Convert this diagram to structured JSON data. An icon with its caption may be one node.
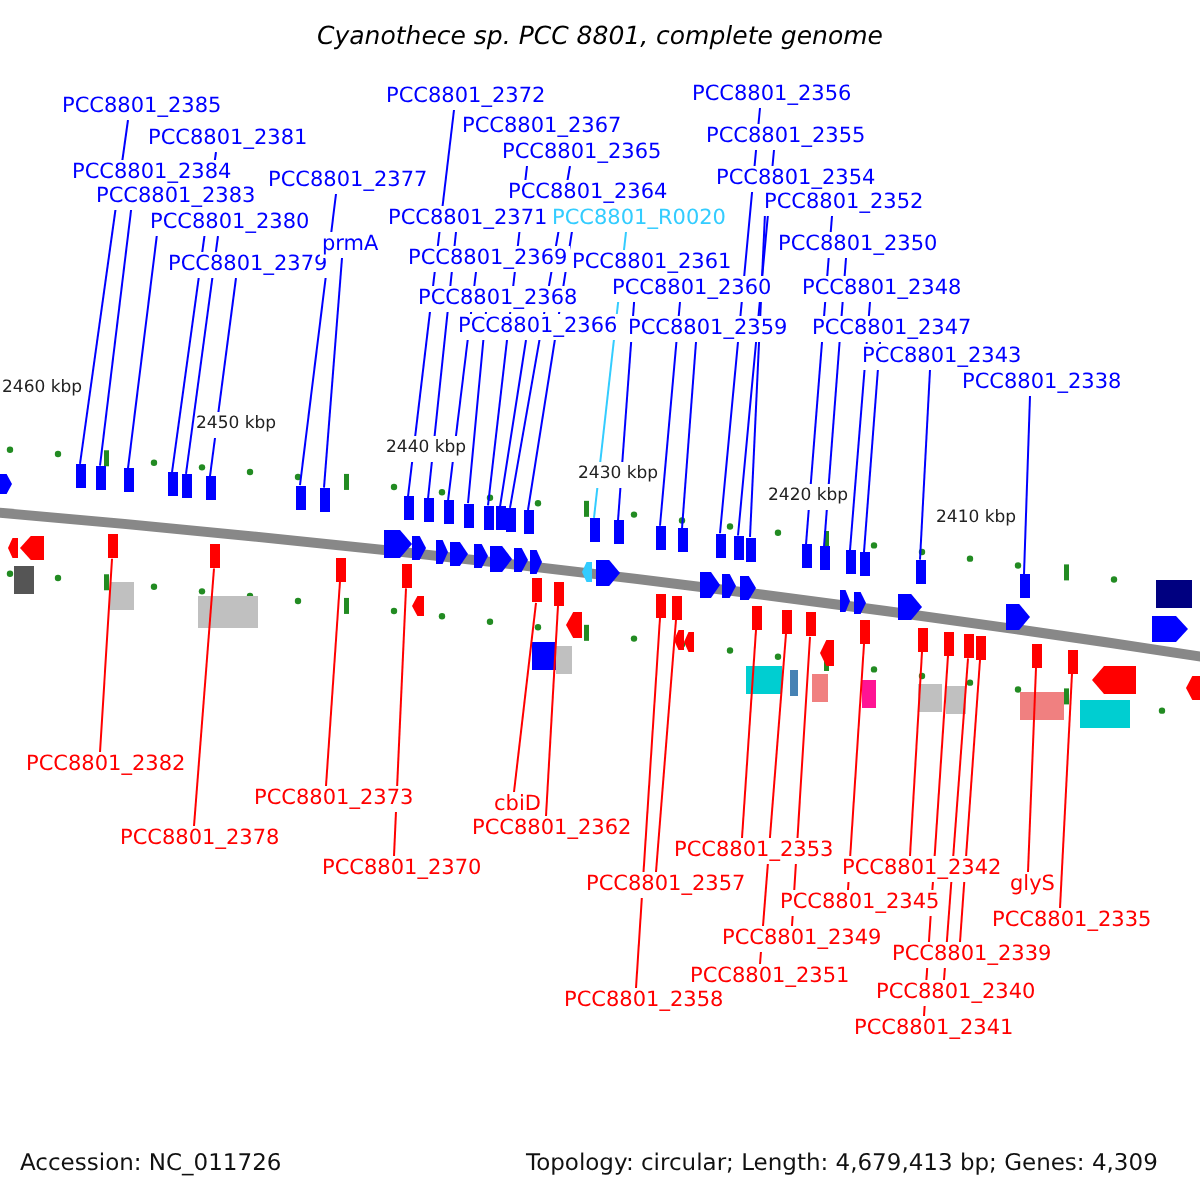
{
  "diagram": {
    "title": "Cyanothece sp. PCC 8801, complete genome",
    "nodes": [
      {
        "text": [
          "PCC8801_2385"
        ]
      },
      {
        "text": [
          "PCC8801_2381"
        ]
      },
      {
        "text": [
          "PCC8801_2384"
        ]
      },
      {
        "text": [
          "PCC8801_2383"
        ]
      },
      {
        "text": [
          "PCC8801_2380"
        ]
      },
      {
        "text": [
          "PCC8801_2379"
        ]
      },
      {
        "text": [
          "PCC8801_2377"
        ]
      },
      {
        "text": [
          "prmA"
        ]
      },
      {
        "text": [
          "PCC8801_2372"
        ]
      },
      {
        "text": [
          "PCC8801_2367"
        ]
      },
      {
        "text": [
          "PCC8801_2365"
        ]
      },
      {
        "text": [
          "PCC8801_2371"
        ]
      },
      {
        "text": [
          "PCC8801_2369"
        ]
      },
      {
        "text": [
          "PCC8801_2364"
        ]
      },
      {
        "text": [
          "PCC8801_R0020"
        ]
      },
      {
        "text": [
          "PCC8801_2368"
        ]
      },
      {
        "text": [
          "PCC8801_2366"
        ]
      },
      {
        "text": [
          "PCC8801_2361"
        ]
      },
      {
        "text": [
          "PCC8801_2360"
        ]
      },
      {
        "text": [
          "PCC8801_2359"
        ]
      },
      {
        "text": [
          "PCC8801_2356"
        ]
      },
      {
        "text": [
          "PCC8801_2355"
        ]
      },
      {
        "text": [
          "PCC8801_2354"
        ]
      },
      {
        "text": [
          "PCC8801_2352"
        ]
      },
      {
        "text": [
          "PCC8801_2350"
        ]
      },
      {
        "text": [
          "PCC8801_2348"
        ]
      },
      {
        "text": [
          "PCC8801_2347"
        ]
      },
      {
        "text": [
          "PCC8801_2343"
        ]
      },
      {
        "text": [
          "PCC8801_2338"
        ]
      },
      {
        "text": [
          "PCC8801_2382"
        ]
      },
      {
        "text": [
          "PCC8801_2378"
        ]
      },
      {
        "text": [
          "PCC8801_2373"
        ]
      },
      {
        "text": [
          "PCC8801_2370"
        ]
      },
      {
        "text": [
          "cbiD"
        ]
      },
      {
        "text": [
          "PCC8801_2362"
        ]
      },
      {
        "text": [
          "PCC8801_2357"
        ]
      },
      {
        "text": [
          "PCC8801_2358"
        ]
      },
      {
        "text": [
          "PCC8801_2353"
        ]
      },
      {
        "text": [
          "PCC8801_2349"
        ]
      },
      {
        "text": [
          "PCC8801_2351"
        ]
      },
      {
        "text": [
          "PCC8801_2345"
        ]
      },
      {
        "text": [
          "PCC8801_2342"
        ]
      },
      {
        "text": [
          "PCC8801_2339"
        ]
      },
      {
        "text": [
          "PCC8801_2340"
        ]
      },
      {
        "text": [
          "PCC8801_2341"
        ]
      },
      {
        "text": [
          "glyS"
        ]
      },
      {
        "text": [
          "PCC8801_2335"
        ]
      },
      {
        "text": [],
        "shape": "box"
      },
      {
        "text": [],
        "shape": "box"
      },
      {
        "text": [],
        "shape": "box"
      },
      {
        "text": [],
        "shape": "box"
      },
      {
        "text": [],
        "shape": "box"
      },
      {
        "text": [],
        "shape": "box"
      },
      {
        "text": [],
        "shape": "box"
      },
      {
        "text": [],
        "shape": "box"
      },
      {
        "text": [],
        "shape": "box"
      },
      {
        "text": [],
        "shape": "box"
      },
      {
        "text": [],
        "shape": "box"
      },
      {
        "text": [],
        "shape": "box"
      },
      {
        "text": [],
        "shape": "box"
      },
      {
        "text": [],
        "shape": "box"
      },
      {
        "text": [],
        "shape": "box"
      },
      {
        "text": [],
        "shape": "box"
      },
      {
        "text": [],
        "shape": "box"
      },
      {
        "text": [],
        "shape": "box"
      },
      {
        "text": [],
        "shape": "box"
      },
      {
        "text": [],
        "shape": "box"
      },
      {
        "text": [],
        "shape": "box"
      },
      {
        "text": [],
        "shape": "box"
      },
      {
        "text": [],
        "shape": "box"
      },
      {
        "text": [],
        "shape": "box"
      },
      {
        "text": [],
        "shape": "box"
      },
      {
        "text": [],
        "shape": "box"
      },
      {
        "text": [],
        "shape": "box"
      },
      {
        "text": [],
        "shape": "box"
      },
      {
        "text": [],
        "shape": "box"
      },
      {
        "text": [],
        "shape": "box"
      },
      {
        "text": [],
        "shape": "box"
      },
      {
        "text": [],
        "shape": "box"
      },
      {
        "text": [],
        "shape": "box"
      },
      {
        "text": [],
        "shape": "box"
      },
      {
        "text": [],
        "shape": "box"
      },
      {
        "text": [],
        "shape": "box"
      },
      {
        "text": [],
        "shape": "box"
      },
      {
        "text": [],
        "shape": "box"
      },
      {
        "text": [],
        "shape": "box"
      },
      {
        "text": [],
        "shape": "box"
      },
      {
        "text": [],
        "shape": "box"
      },
      {
        "text": [],
        "shape": "box"
      },
      {
        "text": [],
        "shape": "box"
      },
      {
        "text": [],
        "shape": "box"
      },
      {
        "text": [],
        "shape": "box"
      },
      {
        "text": [],
        "shape": "box"
      },
      {
        "text": [],
        "shape": "box"
      }
    ],
    "edges": [
      {
        "from": 0,
        "to": 47,
        "arrow": "none"
      },
      {
        "from": 1,
        "to": 51,
        "arrow": "none"
      },
      {
        "from": 2,
        "to": 48,
        "arrow": "none"
      },
      {
        "from": 3,
        "to": 50,
        "arrow": "none"
      },
      {
        "from": 4,
        "to": 52,
        "arrow": "none"
      },
      {
        "from": 5,
        "to": 53,
        "arrow": "none"
      },
      {
        "from": 6,
        "to": 55,
        "arrow": "none"
      },
      {
        "from": 7,
        "to": 56,
        "arrow": "none"
      },
      {
        "from": 8,
        "to": 59,
        "arrow": "none"
      },
      {
        "from": 9,
        "to": 63,
        "arrow": "none"
      },
      {
        "from": 10,
        "to": 65,
        "arrow": "none"
      },
      {
        "from": 11,
        "to": 60,
        "arrow": "none"
      },
      {
        "from": 12,
        "to": 61,
        "arrow": "none"
      },
      {
        "from": 13,
        "to": 66,
        "arrow": "none"
      },
      {
        "from": 14,
        "to": 69,
        "arrow": "none",
        "color": "#33ccff"
      },
      {
        "from": 15,
        "to": 62,
        "arrow": "none"
      },
      {
        "from": 16,
        "to": 64,
        "arrow": "none"
      },
      {
        "from": 17,
        "to": 70,
        "arrow": "none"
      },
      {
        "from": 18,
        "to": 71,
        "arrow": "none"
      },
      {
        "from": 19,
        "to": 74,
        "arrow": "none"
      },
      {
        "from": 20,
        "to": 75,
        "arrow": "none"
      },
      {
        "from": 21,
        "to": 76,
        "arrow": "none"
      },
      {
        "from": 22,
        "to": 77,
        "arrow": "none"
      },
      {
        "from": 23,
        "to": 80,
        "arrow": "none"
      },
      {
        "from": 24,
        "to": 82,
        "arrow": "none"
      },
      {
        "from": 25,
        "to": 83,
        "arrow": "none"
      },
      {
        "from": 26,
        "to": 84,
        "arrow": "none"
      },
      {
        "from": 27,
        "to": 86,
        "arrow": "none"
      },
      {
        "from": 28,
        "to": 91,
        "arrow": "none"
      },
      {
        "from": 29,
        "to": 49,
        "arrow": "none",
        "color": "#ff0000"
      },
      {
        "from": 30,
        "to": 54,
        "arrow": "none",
        "color": "#ff0000"
      },
      {
        "from": 31,
        "to": 57,
        "arrow": "none",
        "color": "#ff0000"
      },
      {
        "from": 32,
        "to": 58,
        "arrow": "none",
        "color": "#ff0000"
      },
      {
        "from": 33,
        "to": 67,
        "arrow": "none",
        "color": "#ff0000"
      },
      {
        "from": 34,
        "to": 68,
        "arrow": "none",
        "color": "#ff0000"
      },
      {
        "from": 35,
        "to": 73,
        "arrow": "none",
        "color": "#ff0000"
      },
      {
        "from": 36,
        "to": 72,
        "arrow": "none",
        "color": "#ff0000"
      },
      {
        "from": 37,
        "to": 78,
        "arrow": "none",
        "color": "#ff0000"
      },
      {
        "from": 38,
        "to": 81,
        "arrow": "none",
        "color": "#ff0000"
      },
      {
        "from": 39,
        "to": 79,
        "arrow": "none",
        "color": "#ff0000"
      },
      {
        "from": 40,
        "to": 85,
        "arrow": "none",
        "color": "#ff0000"
      },
      {
        "from": 41,
        "to": 87,
        "arrow": "none",
        "color": "#ff0000"
      },
      {
        "from": 42,
        "to": 90,
        "arrow": "none",
        "color": "#ff0000"
      },
      {
        "from": 43,
        "to": 89,
        "arrow": "none",
        "color": "#ff0000"
      },
      {
        "from": 44,
        "to": 88,
        "arrow": "none",
        "color": "#ff0000"
      },
      {
        "from": 45,
        "to": 92,
        "arrow": "none",
        "color": "#ff0000"
      },
      {
        "from": 46,
        "to": 93,
        "arrow": "none",
        "color": "#ff0000"
      }
    ],
    "labels": [
      "2460 kbp",
      "2450 kbp",
      "2440 kbp",
      "2430 kbp",
      "2420 kbp",
      "2410 kbp",
      "Accession: NC_011726",
      "Topology: circular; Length: 4,679,413 bp; Genes: 4,309"
    ]
  }
}
